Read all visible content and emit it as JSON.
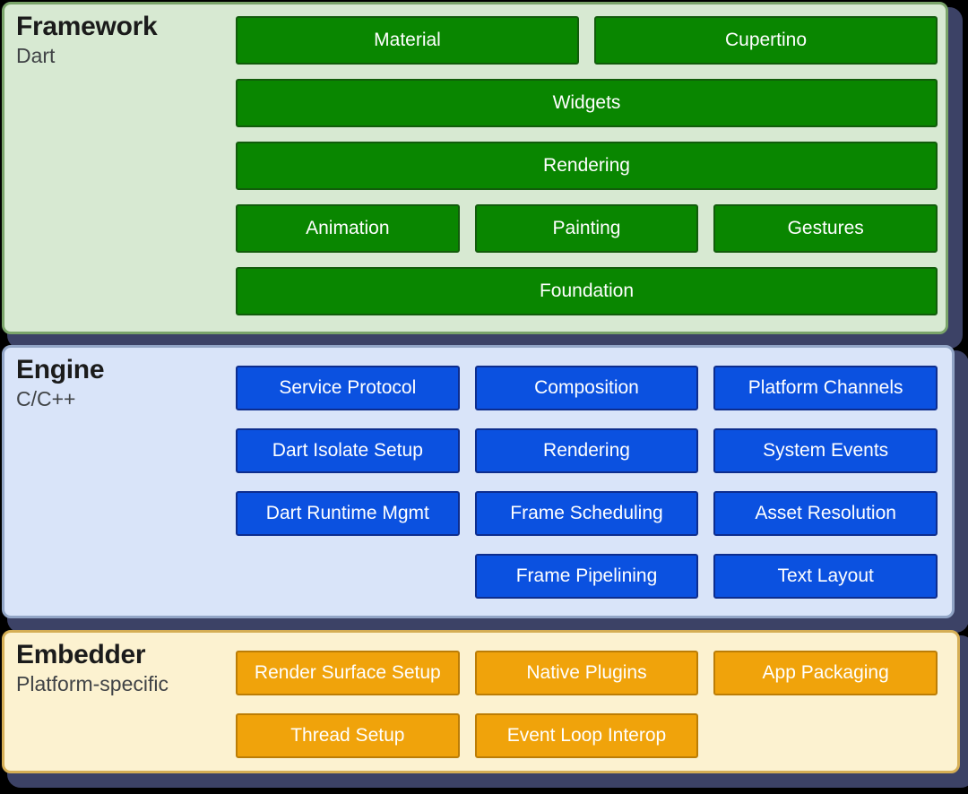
{
  "palette": {
    "page_background": "#000000",
    "drop_shadow": "#3c4266",
    "framework_bg": "#d7e9d2",
    "framework_border": "#7aa46a",
    "framework_box": "#098600",
    "framework_box_border": "#115c0b",
    "engine_bg": "#d9e4f9",
    "engine_border": "#92a5c6",
    "engine_box": "#0b51e0",
    "engine_box_border": "#0d2d8e",
    "embedder_bg": "#fcf2d0",
    "embedder_border": "#d5ae55",
    "embedder_box": "#f0a30b",
    "embedder_box_border": "#bc7d05",
    "box_text": "#ffffff",
    "title_text": "#1b1b1b",
    "subtitle_text": "#404346"
  },
  "sections": [
    {
      "title": "Framework",
      "subtitle": "Dart",
      "rows": [
        [
          "Material",
          "Cupertino"
        ],
        [
          "Widgets"
        ],
        [
          "Rendering"
        ],
        [
          "Animation",
          "Painting",
          "Gestures"
        ],
        [
          "Foundation"
        ]
      ]
    },
    {
      "title": "Engine",
      "subtitle": "C/C++",
      "rows": [
        [
          "Service Protocol",
          "Composition",
          "Platform Channels"
        ],
        [
          "Dart Isolate Setup",
          "Rendering",
          "System Events"
        ],
        [
          "Dart Runtime Mgmt",
          "Frame Scheduling",
          "Asset Resolution"
        ],
        [
          "Frame Pipelining",
          "Text Layout"
        ]
      ]
    },
    {
      "title": "Embedder",
      "subtitle": "Platform-specific",
      "rows": [
        [
          "Render Surface Setup",
          "Native Plugins",
          "App Packaging"
        ],
        [
          "Thread Setup",
          "Event Loop Interop"
        ]
      ]
    }
  ]
}
